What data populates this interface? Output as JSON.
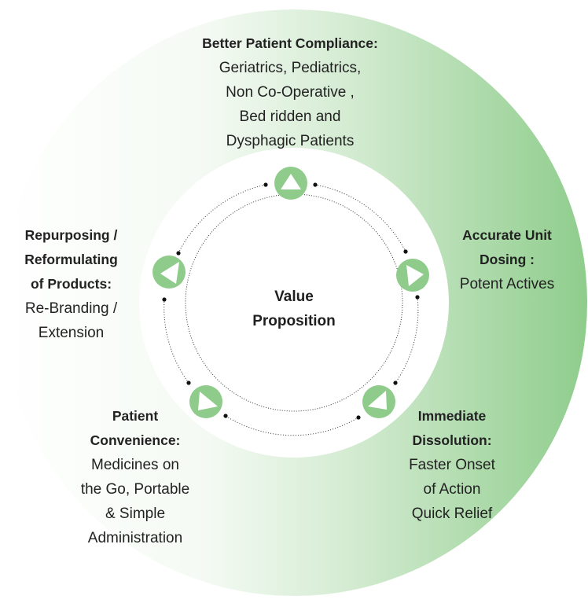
{
  "center": {
    "line1": "Value",
    "line2": "Proposition"
  },
  "colors": {
    "ring_light": "#ffffff",
    "ring_dark": "#8fcd8c",
    "node_fill": "#8fcb8a",
    "node_glyph": "#ffffff",
    "dotted_line": "#333333"
  },
  "segments": [
    {
      "id": "top",
      "title": "Better Patient Compliance:",
      "lines": [
        "Geriatrics, Pediatrics,",
        "Non Co-Operative ,",
        "Bed ridden and",
        "Dysphagic Patients"
      ],
      "icon": "triangle-up-icon"
    },
    {
      "id": "right",
      "title_lines": [
        "Accurate Unit",
        "Dosing :"
      ],
      "lines": [
        "Potent Actives"
      ],
      "icon": "triangle-right-icon"
    },
    {
      "id": "bottom-right",
      "title_lines": [
        "Immediate",
        "Dissolution:"
      ],
      "lines": [
        "Faster Onset",
        "of Action",
        "Quick Relief"
      ],
      "icon": "triangle-down-left-icon"
    },
    {
      "id": "bottom-left",
      "title_lines": [
        "Patient",
        "Convenience:"
      ],
      "lines": [
        "Medicines on",
        "the Go, Portable",
        "& Simple",
        "Administration"
      ],
      "icon": "triangle-down-right-icon"
    },
    {
      "id": "left",
      "title_lines": [
        "Repurposing /",
        "Reformulating",
        "of Products:"
      ],
      "lines": [
        "Re-Branding /",
        "Extension"
      ],
      "icon": "triangle-left-icon"
    }
  ]
}
